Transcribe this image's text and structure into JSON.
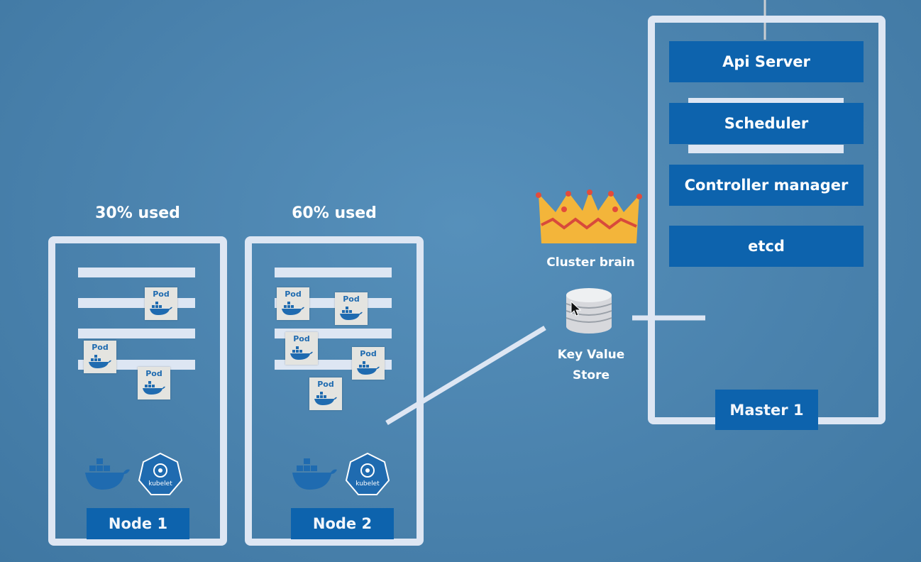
{
  "nodes": [
    {
      "label": "Node 1",
      "usage": "30% used"
    },
    {
      "label": "Node 2",
      "usage": "60% used"
    }
  ],
  "pod_label": "Pod",
  "kubelet_label": "kubelet",
  "master": {
    "label": "Master 1",
    "components": [
      "Api Server",
      "Scheduler",
      "Controller manager",
      "etcd"
    ]
  },
  "cluster_brain": "Cluster brain",
  "kv_store": {
    "line1": "Key Value",
    "line2": "Store"
  },
  "colors": {
    "background": "#4a82ad",
    "component_blue": "#0d63ad",
    "frame": "#dde6f3"
  },
  "icons": [
    "docker-whale-icon",
    "kubelet-icon",
    "crown-icon",
    "database-icon",
    "cursor-icon"
  ]
}
